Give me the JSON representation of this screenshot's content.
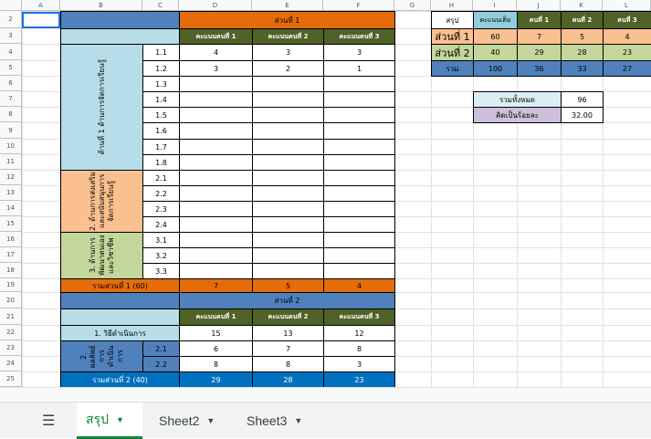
{
  "columns": [
    "A",
    "B",
    "C",
    "D",
    "E",
    "F",
    "G",
    "H",
    "I",
    "J",
    "K",
    "L"
  ],
  "rows": [
    "2",
    "3",
    "4",
    "5",
    "6",
    "7",
    "8",
    "9",
    "10",
    "11",
    "12",
    "13",
    "14",
    "15",
    "16",
    "17",
    "18",
    "19",
    "20",
    "21",
    "22",
    "23",
    "24",
    "25"
  ],
  "part1": {
    "title": "ส่วนที่ 1",
    "scorers": [
      "คะแนนคนที่ 1",
      "คะแนนคนที่ 2",
      "คะแนนคนที่ 3"
    ],
    "section1_label": "ด้านที่ 1 ด้านการจัดการเรียนรู้",
    "section2_label": "2. ด้านการส่งเสริมและสนับสนุนการจัดการเรียนรู้",
    "section3_label": "3. ด้านการพัฒนาตนเองและวิชาชีพ",
    "items": [
      "1.1",
      "1.2",
      "1.3",
      "1.4",
      "1.5",
      "1.6",
      "1.7",
      "1.8",
      "2.1",
      "2.2",
      "2.3",
      "2.4",
      "3.1",
      "3.2",
      "3.3"
    ],
    "scores": [
      [
        "4",
        "3",
        "3"
      ],
      [
        "3",
        "2",
        "1"
      ]
    ],
    "total_label": "รวมส่วนที่ 1 (60)",
    "totals": [
      "7",
      "5",
      "4"
    ]
  },
  "part2": {
    "title": "ส่วนที่ 2",
    "scorers": [
      "คะแนนคนที่ 1",
      "คะแนนคนที่ 2",
      "คะแนนคนที่ 3"
    ],
    "row1_label": "1. วิธีดำเนินการ",
    "row1_scores": [
      "15",
      "13",
      "12"
    ],
    "section2_label": "2. ผลลัพธ์การดำเนินการ",
    "items": [
      "2.1",
      "2.2"
    ],
    "item_scores": [
      [
        "6",
        "7",
        "8"
      ],
      [
        "8",
        "8",
        "3"
      ]
    ],
    "total_label": "รวมส่วนที่ 2 (40)",
    "totals": [
      "29",
      "28",
      "23"
    ]
  },
  "summary": {
    "headers": [
      "สรุป",
      "คะแนนเต็ม",
      "คนที่ 1",
      "คนที่ 2",
      "คนที่ 3"
    ],
    "rows": [
      {
        "label": "ส่วนที่ 1",
        "full": "60",
        "s1": "7",
        "s2": "5",
        "s3": "4"
      },
      {
        "label": "ส่วนที่ 2",
        "full": "40",
        "s1": "29",
        "s2": "28",
        "s3": "23"
      }
    ],
    "total": {
      "label": "รวม",
      "full": "100",
      "s1": "36",
      "s2": "33",
      "s3": "27"
    },
    "grand_label": "รวมทั้งหมด",
    "grand_value": "96",
    "percent_label": "คิดเป็นร้อยละ",
    "percent_value": "32.00"
  },
  "tabs": [
    {
      "label": "สรุป",
      "active": true
    },
    {
      "label": "Sheet2",
      "active": false
    },
    {
      "label": "Sheet3",
      "active": false
    }
  ],
  "colors": {
    "orange": "#e46c0a",
    "lightblue": "#b6dde8",
    "peach": "#fac090",
    "lightgreen": "#c3d69b",
    "darkgreen": "#4f6228",
    "blue": "#4f81bd",
    "midblue": "#0070c0",
    "lavender": "#ccc0da",
    "summaryblue": "#92cddc"
  }
}
